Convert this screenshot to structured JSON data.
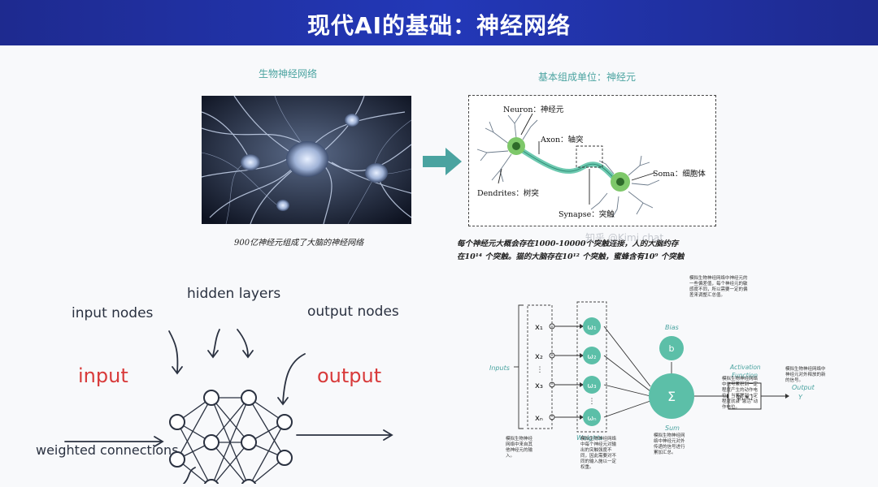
{
  "title": "现代AI的基础：神经网络",
  "top_left": {
    "caption": "生物神经网络",
    "image_note": "900亿神经元组成了大脑的神经网络"
  },
  "top_right": {
    "caption": "基本组成单位：神经元",
    "labels": {
      "neuron": "Neuron：神经元",
      "axon": "Axon：轴突",
      "soma": "Soma：细胞体",
      "dendrites": "Dendrites：树突",
      "synapse": "Synapse：突触"
    },
    "note_line1": "每个神经元大概会存在1000-10000个突触连接，人的大脑约存",
    "note_line2": "在10¹⁴ 个突触。猫的大脑存在10¹² 个突触，蜜蜂含有10⁹ 个突触",
    "watermark": "知乎 @Kimi.chat"
  },
  "bottom_left": {
    "input_nodes": "input nodes",
    "hidden_layers": "hidden layers",
    "output_nodes": "output nodes",
    "input": "input",
    "output": "output",
    "weighted": "weighted connections"
  },
  "bottom_right": {
    "inputs": "Inputs",
    "x1": "x₁",
    "x2": "x₂",
    "x3": "x₃",
    "xn": "xₙ",
    "w1": "ω₁",
    "w2": "ω₂",
    "w3": "ω₃",
    "wn": "ωₙ",
    "weights": "Weights",
    "bias": "Bias",
    "b": "b",
    "sigma": "Σ",
    "sum": "Sum",
    "activation_line1": "Activation",
    "activation_line2": "Function",
    "phi": "φ(∗)",
    "output": "Output",
    "y": "Y",
    "note_bias": "模拟生物神经网络中神经元的一些偏差值，每个神经元的敏感度不同，所以需要一定的偏差来调整汇总值。",
    "note_inputs": "模拟生物神经网络中来自其他神经元的输入。",
    "note_weights": "模拟生物神经网络中每个神经元对输出的突触强度不同，因此需要对不同的输入施以一定权重。",
    "note_sum": "模拟生物神经网络中神经元对外传递的信号进行累加汇总。",
    "note_activation": "模拟生物神经网络中信号累积到一定程度产生的动作电位，当累积到一定程度就会“激活”动作电位。",
    "note_output": "模拟生物神经网络中神经元对外释放的新的信号。"
  }
}
